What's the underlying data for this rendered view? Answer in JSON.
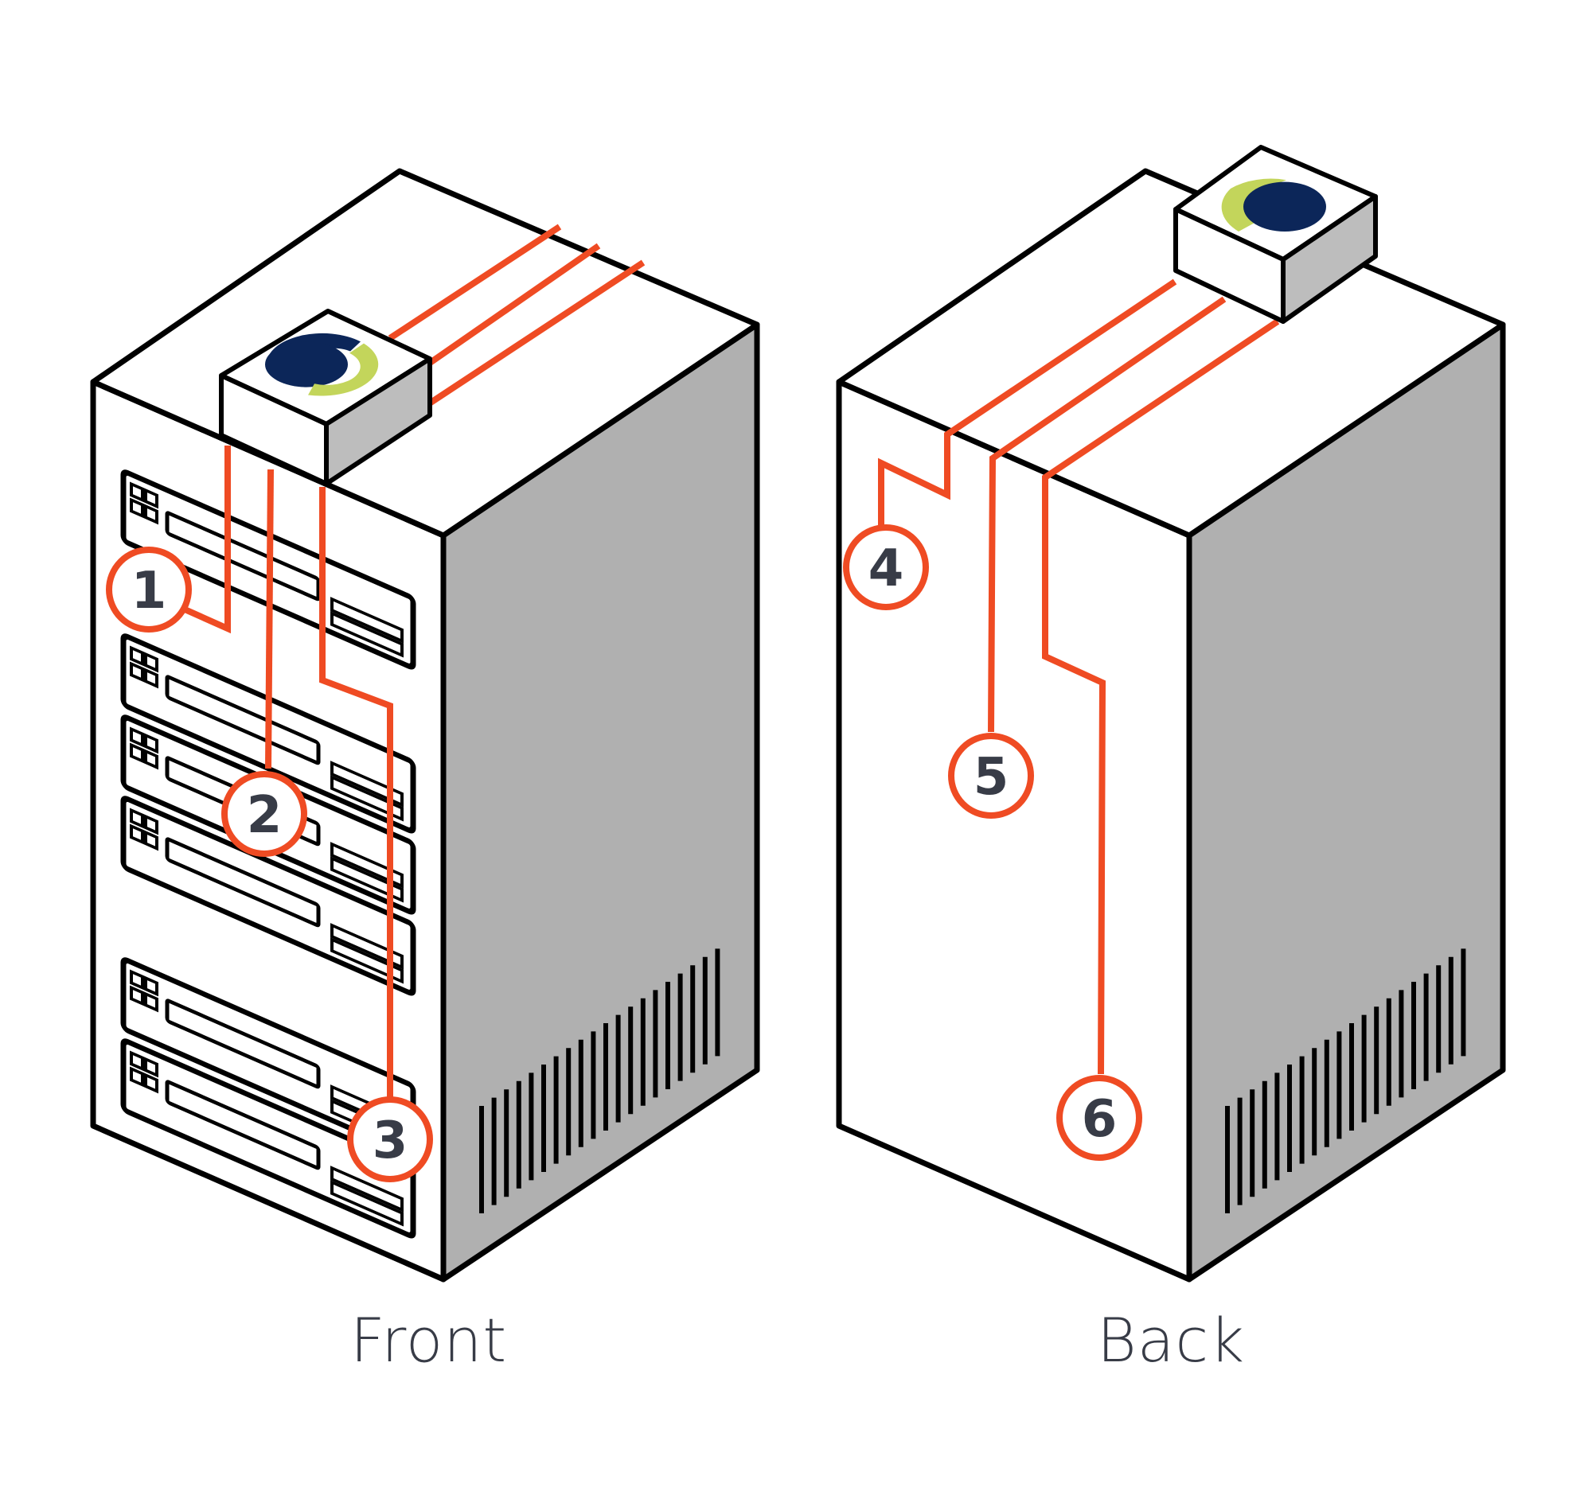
{
  "colors": {
    "outline": "#000000",
    "face_light": "#ffffff",
    "face_side": "#b0b0b0",
    "box_side": "#bdbdbd",
    "cable": "#ef4b23",
    "callout_text": "#383c47",
    "caption_text": "#383c47",
    "logo_navy": "#0c2659",
    "logo_green": "#c3d55b"
  },
  "views": [
    {
      "id": "front",
      "caption": "Front"
    },
    {
      "id": "back",
      "caption": "Back"
    }
  ],
  "callouts": [
    {
      "number": "1",
      "view": "front"
    },
    {
      "number": "2",
      "view": "front"
    },
    {
      "number": "3",
      "view": "front"
    },
    {
      "number": "4",
      "view": "back"
    },
    {
      "number": "5",
      "view": "back"
    },
    {
      "number": "6",
      "view": "back"
    }
  ]
}
